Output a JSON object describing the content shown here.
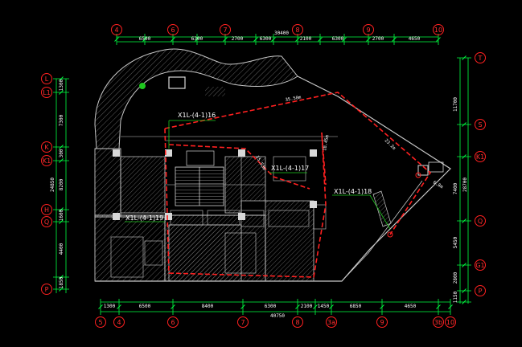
{
  "colors": {
    "background": "#000000",
    "dimension_line": "#00ff40",
    "axis_bubble": "#ff2020",
    "walls": "#c8c8c8",
    "route": "#ff2020",
    "text": "#ffffff",
    "marker": "#1ec81e"
  },
  "top_axes": [
    "4",
    "6",
    "7",
    "8",
    "9",
    "10"
  ],
  "top_dims": [
    "6500",
    "6300",
    "2700",
    "6300",
    "2100",
    "6300",
    "2700",
    "4650"
  ],
  "top_total": "30400",
  "bottom_axes": [
    "5",
    "4",
    "6",
    "7",
    "8",
    "3a",
    "9",
    "3b",
    "10"
  ],
  "bottom_dims": [
    "1300",
    "6500",
    "8400",
    "6300",
    "2100",
    "1450",
    "6850",
    "4650"
  ],
  "bottom_total": "40750",
  "left_axes": [
    "L",
    "L1",
    "K",
    "K1",
    "H",
    "Q",
    "P"
  ],
  "left_dims": [
    "1300",
    "7300",
    "300",
    "8200",
    "1600",
    "4400",
    "1850"
  ],
  "left_total": "24850",
  "right_axes": [
    "T",
    "S",
    "K1",
    "Q",
    "G1",
    "P"
  ],
  "right_dims": [
    "11700",
    "7400",
    "5450",
    "2800",
    "1150"
  ],
  "right_total": "28700",
  "zone_labels": [
    "X1L-(4-1)16",
    "X1L-(4-1)17",
    "X1L-(4-1)18",
    "X1L-(4-1)19"
  ],
  "route_lengths": [
    "35.50m",
    "23.2m",
    "15.53m",
    "18.45m",
    "6.8m"
  ]
}
